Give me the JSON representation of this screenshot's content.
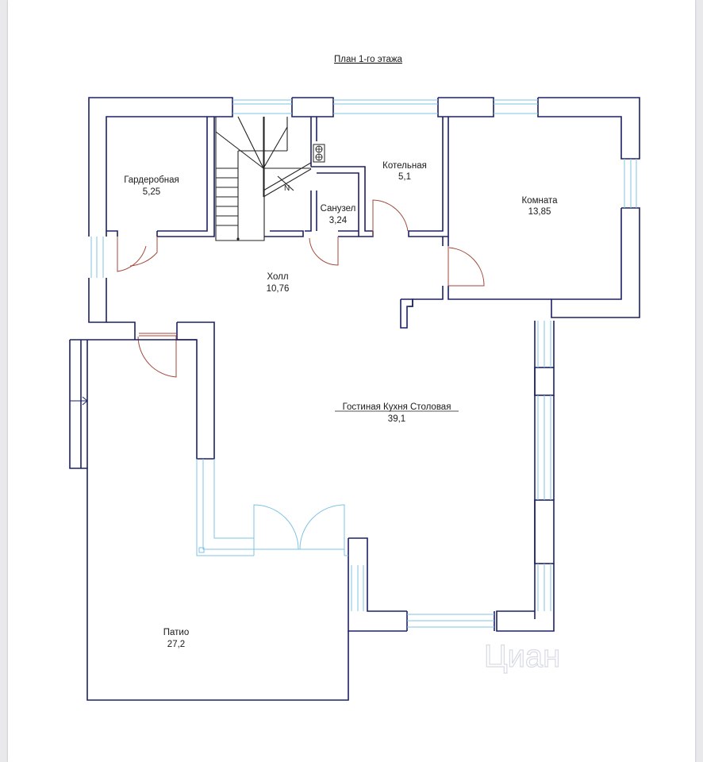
{
  "plan": {
    "title": "План 1-го этажа",
    "rooms": {
      "garderobnaya": {
        "name": "Гардеробная",
        "area": "5,25"
      },
      "kotelnaya": {
        "name": "Котельная",
        "area": "5,1"
      },
      "sanuzel": {
        "name": "Санузел",
        "area": "3,24"
      },
      "komnata": {
        "name": "Комната",
        "area": "13,85"
      },
      "holl": {
        "name": "Холл",
        "area": "10,76"
      },
      "gostinaya": {
        "name": "Гостиная Кухня Столовая",
        "area": "39,1"
      },
      "patio": {
        "name": "Патио",
        "area": "27,2"
      }
    },
    "stair_marker": "N"
  },
  "watermark": "Циан",
  "colors": {
    "wall": "#1c2166",
    "window": "#7fc3e4",
    "door": "#a24a3a"
  }
}
